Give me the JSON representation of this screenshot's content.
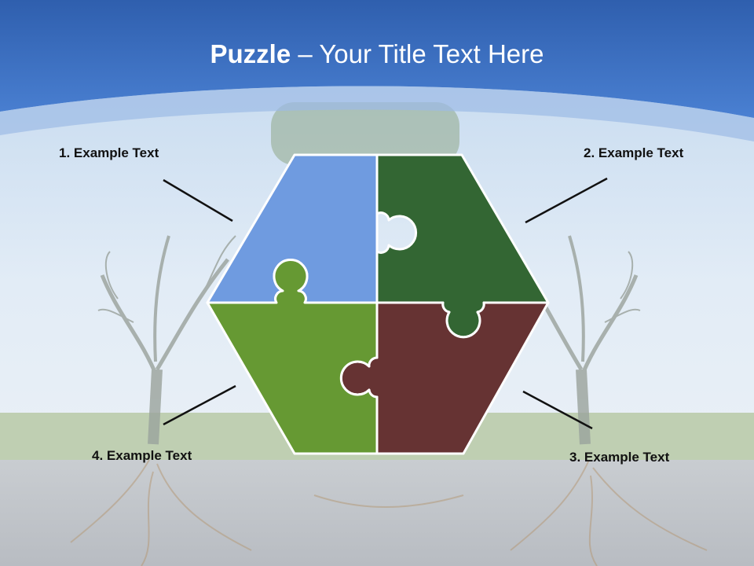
{
  "slide": {
    "title_bold": "Puzzle",
    "title_rest": "– Your Title Text Here"
  },
  "items": [
    {
      "label": "1. Example Text",
      "color": "#6f9be0"
    },
    {
      "label": "2. Example Text",
      "color": "#336633"
    },
    {
      "label": "3. Example Text",
      "color": "#663333"
    },
    {
      "label": "4. Example Text",
      "color": "#669933"
    }
  ],
  "colors": {
    "header_blue": "#3f73c4",
    "sky": "#dbe8f4",
    "ground": "#c5c9ce",
    "tree": "#9aa29c",
    "leader_line": "#111111",
    "piece_outline": "#ffffff"
  }
}
